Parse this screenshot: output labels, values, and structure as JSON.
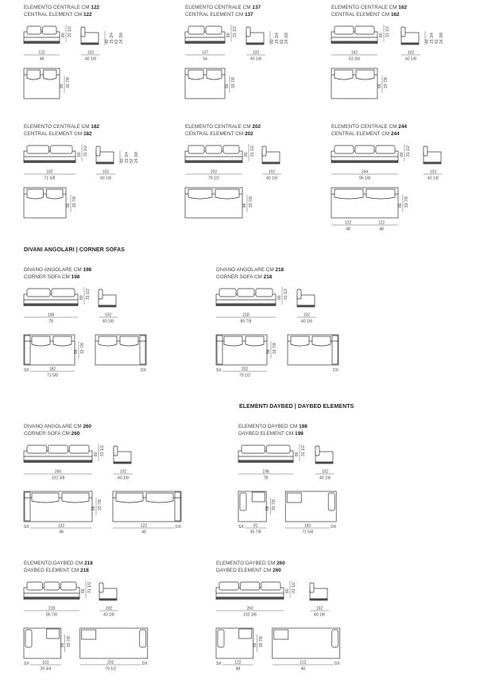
{
  "sections": {
    "corner": "DIVANI ANGOLARI | CORNER SOFAS",
    "daybed": "ELEMENTI DAYBED | DAYBED ELEMENTS"
  },
  "side_depths": [
    "80",
    "31 1/2"
  ],
  "side_heights": [
    "40",
    "15 3/4",
    "62",
    "24 3/8"
  ],
  "plan_depths": [
    "86",
    "33 7/8"
  ],
  "blocks": [
    {
      "id": "c122",
      "it": "ELEMENTO CENTRALE CM",
      "en": "CENTRAL ELEMENT CM",
      "size": "122",
      "w_cm": "122",
      "w_in": "48",
      "d_cm": "102",
      "d_in": "40 1/8"
    },
    {
      "id": "c137",
      "it": "ELEMENTO CENTRALE CM",
      "en": "CENTRAL ELEMENT CM",
      "size": "137",
      "w_cm": "137",
      "w_in": "54",
      "d_cm": "102",
      "d_in": "40 1/8"
    },
    {
      "id": "c162",
      "it": "ELEMENTO CENTRALE CM",
      "en": "CENTRAL ELEMENT CM",
      "size": "162",
      "w_cm": "162",
      "w_in": "63 3/4",
      "d_cm": "102",
      "d_in": "40 1/8"
    },
    {
      "id": "c182",
      "it": "ELEMENTO CENTRALE CM",
      "en": "CENTRAL ELEMENT CM",
      "size": "182",
      "w_cm": "182",
      "w_in": "71 5/8",
      "d_cm": "102",
      "d_in": "40 1/8"
    },
    {
      "id": "c202",
      "it": "ELEMENTO CENTRALE CM",
      "en": "CENTRAL ELEMENT CM",
      "size": "202",
      "w_cm": "202",
      "w_in": "79 1/2",
      "d_cm": "102",
      "d_in": "40 1/8"
    },
    {
      "id": "c244",
      "it": "ELEMENTO CENTRALE CM",
      "en": "CENTRAL ELEMENT CM",
      "size": "244",
      "w_cm": "244",
      "w_in": "96 1/8",
      "d_cm": "102",
      "d_in": "40 1/8",
      "parts": [
        [
          "122",
          "48"
        ],
        [
          "122",
          "48"
        ]
      ]
    },
    {
      "id": "a198",
      "it": "DIVANO ANGOLARE CM",
      "en": "CORNER SOFA CM",
      "size": "198",
      "w_cm": "198",
      "w_in": "78",
      "d_cm": "102",
      "d_in": "40 1/8",
      "sx_cm": "182",
      "sx_in": "71 5/8",
      "sx": "SX",
      "dx": "DX"
    },
    {
      "id": "a218",
      "it": "DIVANO ANGOLARE CM",
      "en": "CORNER SOFA CM",
      "size": "218",
      "w_cm": "218",
      "w_in": "85 7/8",
      "d_cm": "102",
      "d_in": "40 1/8",
      "sx_cm": "202",
      "sx_in": "79 1/2",
      "sx": "SX",
      "dx": "DX"
    },
    {
      "id": "a260",
      "it": "DIVANO ANGOLARE CM",
      "en": "CORNER SOFA CM",
      "size": "260",
      "w_cm": "260",
      "w_in": "102 3/8",
      "d_cm": "102",
      "d_in": "40 1/8",
      "sx_cm": "122",
      "sx_in": "48",
      "dx_cm": "122",
      "dx_in": "48",
      "sx": "SX",
      "dx": "DX"
    },
    {
      "id": "d198",
      "it": "ELEMENTO DAYBED CM",
      "en": "DAYBED ELEMENT CM",
      "size": "198",
      "w_cm": "198",
      "w_in": "78",
      "d_cm": "102",
      "d_in": "40 1/8",
      "sx_cm": "91",
      "sx_in": "35 7/8",
      "dx_cm": "182",
      "dx_in": "71 5/8",
      "sx": "SX",
      "dx": "DX"
    },
    {
      "id": "d218",
      "it": "ELEMENTO DAYBED CM",
      "en": "DAYBED ELEMENT CM",
      "size": "218",
      "w_cm": "218",
      "w_in": "85 7/8",
      "d_cm": "102",
      "d_in": "40 1/8",
      "sx_cm": "101",
      "sx_in": "39 3/4",
      "dx_cm": "202",
      "dx_in": "79 1/2",
      "sx": "SX",
      "dx": "DX"
    },
    {
      "id": "d260",
      "it": "ELEMENTO DAYBED CM",
      "en": "DAYBED ELEMENT CM",
      "size": "260",
      "w_cm": "260",
      "w_in": "102 3/8",
      "d_cm": "102",
      "d_in": "40 1/8",
      "sx_cm": "122",
      "sx_in": "48",
      "dx_cm": "122",
      "dx_in": "48",
      "sx": "SX",
      "dx": "DX"
    }
  ]
}
